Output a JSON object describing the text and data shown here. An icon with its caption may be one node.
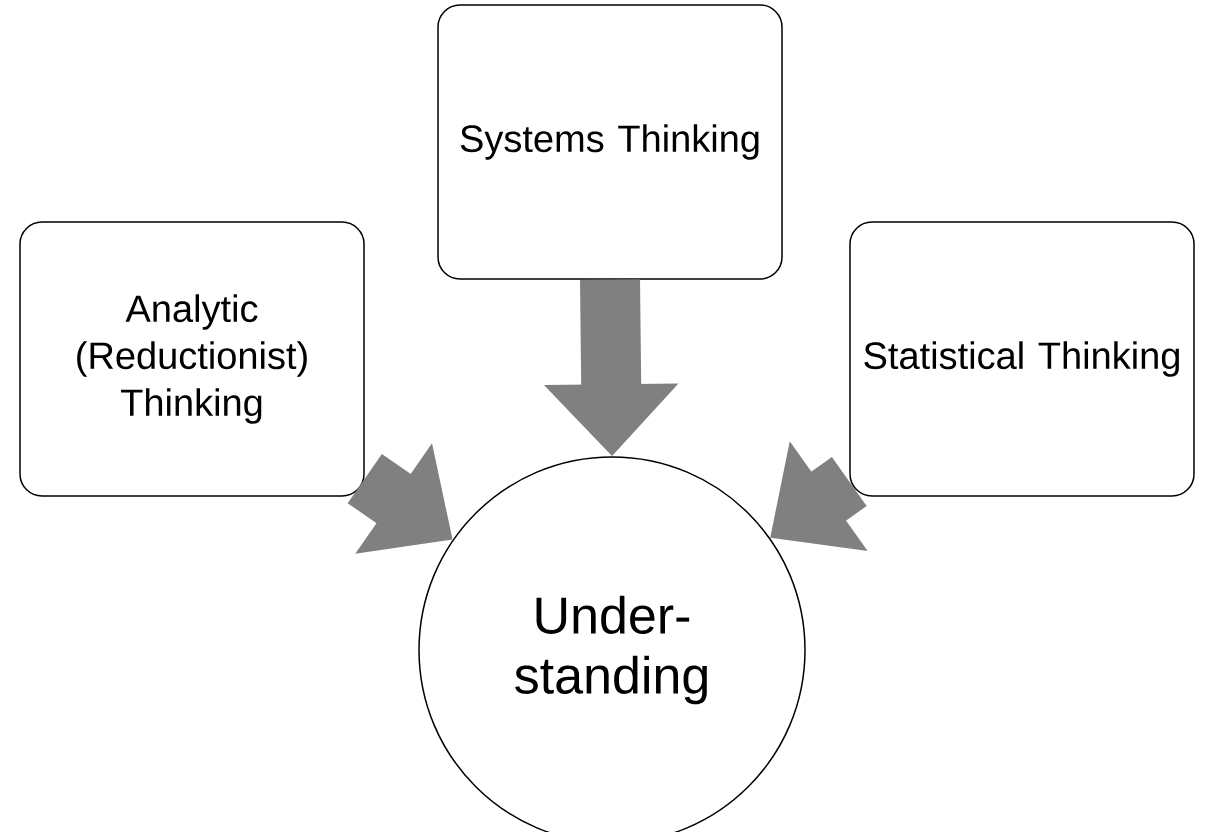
{
  "diagram": {
    "nodes": [
      {
        "text": [
          "Systems Thinking"
        ]
      },
      {
        "text": [
          "Analytic (Reductionist) Thinking"
        ]
      },
      {
        "text": [
          "Statistical Thinking"
        ]
      },
      {
        "text": [
          "Under- standing"
        ]
      }
    ],
    "edges": [
      {
        "from": 0,
        "to": 3,
        "arrow": "to"
      },
      {
        "from": 1,
        "to": 3,
        "arrow": "to"
      },
      {
        "from": 2,
        "to": 3,
        "arrow": "to"
      }
    ]
  }
}
